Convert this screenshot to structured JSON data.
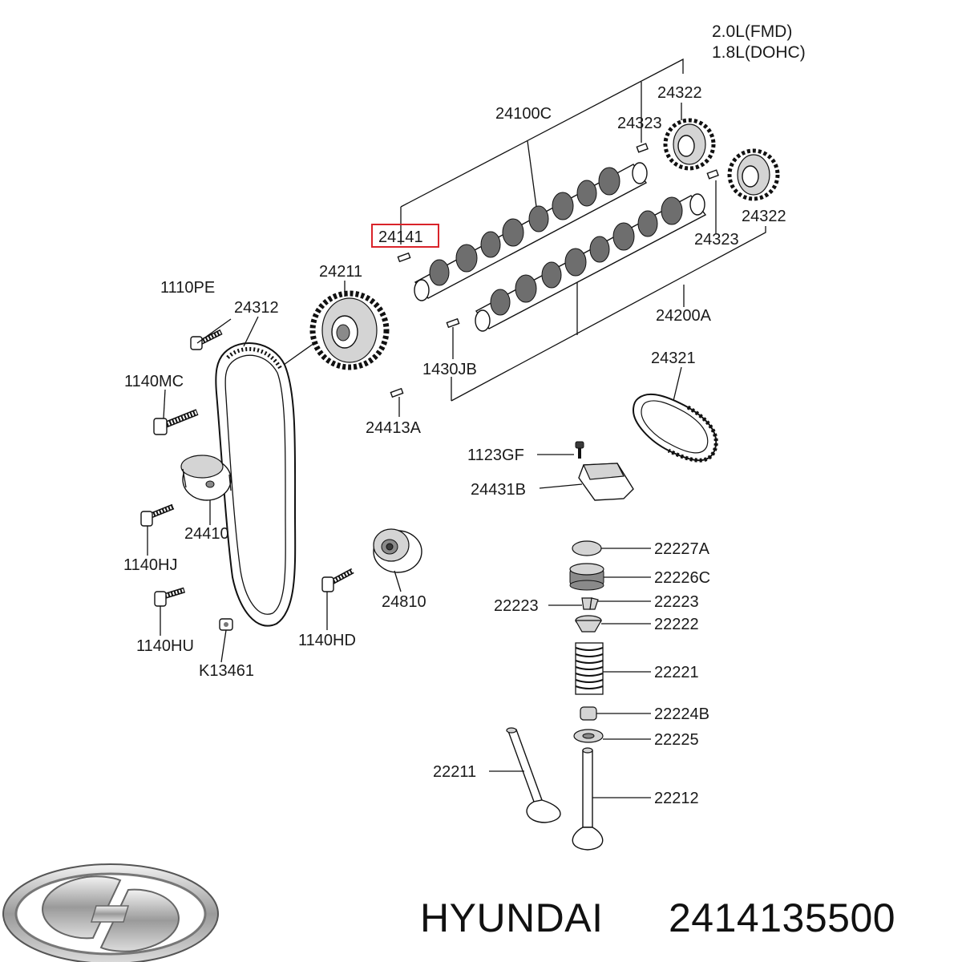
{
  "header": {
    "engine_line_1": "2.0L(FMD)",
    "engine_line_2": "1.8L(DOHC)"
  },
  "labels": {
    "p24322_top": "24322",
    "p24323_top": "24323",
    "p24100C": "24100C",
    "p24141": "24141",
    "p24322_right": "24322",
    "p24323_right": "24323",
    "p24211": "24211",
    "p1110PE": "1110PE",
    "p24312": "24312",
    "p24200A": "24200A",
    "p1430JB": "1430JB",
    "p1140MC": "1140MC",
    "p24321": "24321",
    "p24413A": "24413A",
    "p1123GF": "1123GF",
    "p24431B": "24431B",
    "p24410": "24410",
    "p1140HJ": "1140HJ",
    "p22227A": "22227A",
    "p22226C": "22226C",
    "p22223_left": "22223",
    "p22223_right": "22223",
    "p24810": "24810",
    "p22222": "22222",
    "p1140HU": "1140HU",
    "p1140HD": "1140HD",
    "pK13461": "K13461",
    "p22221": "22221",
    "p22224B": "22224B",
    "p22225": "22225",
    "p22211": "22211",
    "p22212": "22212"
  },
  "highlighted_part": "24141",
  "footer": {
    "brand_name": "HYUNDAI",
    "part_number": "2414135500",
    "logo_icon": "hyundai-logo-icon"
  },
  "colors": {
    "highlight_border": "#d9232a"
  }
}
